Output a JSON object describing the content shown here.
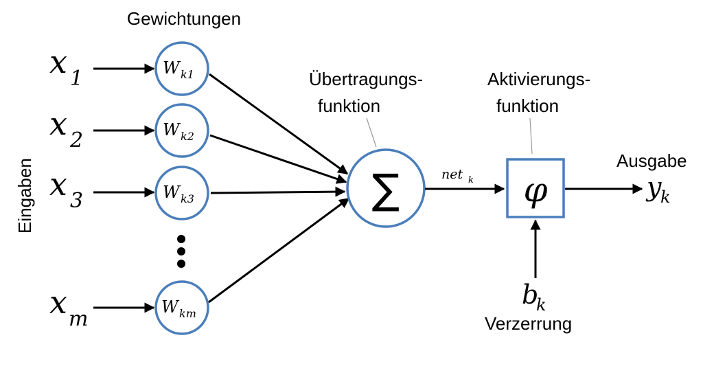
{
  "labels": {
    "weights": "Gewichtungen",
    "inputs": "Eingaben",
    "transfer_line1": "Übertragungs-",
    "transfer_line2": "funktion",
    "activation_line1": "Aktivierungs-",
    "activation_line2": "funktion",
    "output": "Ausgabe",
    "bias": "Verzerrung"
  },
  "inputs": [
    {
      "symbol": "x",
      "sub": "1",
      "weight_symbol": "W",
      "weight_sub": "k1"
    },
    {
      "symbol": "x",
      "sub": "2",
      "weight_symbol": "W",
      "weight_sub": "k2"
    },
    {
      "symbol": "x",
      "sub": "3",
      "weight_symbol": "W",
      "weight_sub": "k3"
    },
    {
      "symbol": "x",
      "sub": "m",
      "weight_symbol": "W",
      "weight_sub": "km"
    }
  ],
  "sum_symbol": "∑",
  "net": {
    "symbol": "net",
    "sub": "k"
  },
  "activation_symbol": "φ",
  "output_var": {
    "symbol": "y",
    "sub": "k"
  },
  "bias_var": {
    "symbol": "b",
    "sub": "k"
  },
  "colors": {
    "node_stroke": "#4a7ebb",
    "arrow": "#000000",
    "leader": "#9a9a9a"
  }
}
